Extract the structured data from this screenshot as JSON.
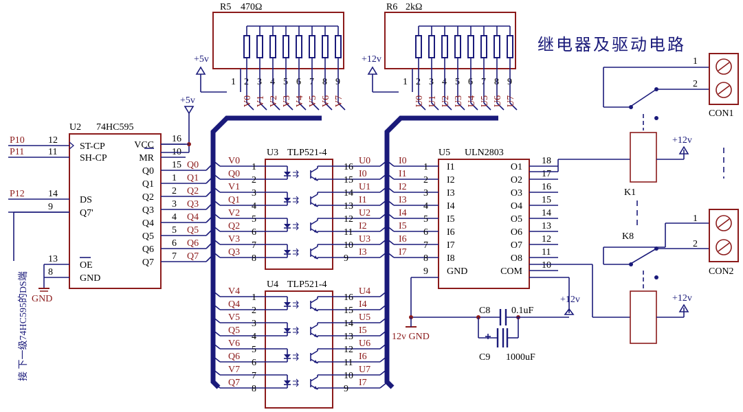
{
  "title": "继电器及驱动电路",
  "side_note": "接 下一级74HC595的DS端",
  "u2": {
    "ref": "U2",
    "part": "74HC595",
    "left_pins": [
      {
        "num": "12",
        "name": "ST-CP",
        "net": "P10"
      },
      {
        "num": "11",
        "name": "SH-CP",
        "net": "P11"
      },
      {
        "num": "14",
        "name": "DS",
        "net": "P12"
      },
      {
        "num": "9",
        "name": "Q7'",
        "net": ""
      },
      {
        "num": "13",
        "name": "OE",
        "net": ""
      },
      {
        "num": "8",
        "name": "GND",
        "net": ""
      }
    ],
    "right_pins": [
      {
        "num": "16",
        "name": "VCC",
        "net": ""
      },
      {
        "num": "10",
        "name": "MR",
        "net": ""
      },
      {
        "num": "15",
        "name": "Q0",
        "net": "Q0"
      },
      {
        "num": "1",
        "name": "Q1",
        "net": "Q1"
      },
      {
        "num": "2",
        "name": "Q2",
        "net": "Q2"
      },
      {
        "num": "3",
        "name": "Q3",
        "net": "Q3"
      },
      {
        "num": "4",
        "name": "Q4",
        "net": "Q4"
      },
      {
        "num": "5",
        "name": "Q5",
        "net": "Q5"
      },
      {
        "num": "6",
        "name": "Q6",
        "net": "Q6"
      },
      {
        "num": "7",
        "name": "Q7",
        "net": "Q7"
      }
    ]
  },
  "r5": {
    "ref": "R5",
    "value": "470Ω",
    "supply": "+5v",
    "pins": [
      "1",
      "2",
      "3",
      "4",
      "5",
      "6",
      "7",
      "8",
      "9"
    ],
    "nets": [
      "V0",
      "V1",
      "V2",
      "V3",
      "V4",
      "V5",
      "V6",
      "V7"
    ]
  },
  "r6": {
    "ref": "R6",
    "value": "2kΩ",
    "supply": "+12v",
    "pins": [
      "1",
      "2",
      "3",
      "4",
      "5",
      "6",
      "7",
      "8",
      "9"
    ],
    "nets": [
      "U0",
      "U1",
      "U2",
      "U3",
      "U4",
      "U5",
      "U6",
      "U7"
    ]
  },
  "u2_supply": "+5v",
  "gnd_label": "GND",
  "u3": {
    "ref": "U3",
    "part": "TLP521-4",
    "left_nets": [
      "V0",
      "Q0",
      "V1",
      "Q1",
      "V2",
      "Q2",
      "V3",
      "Q3"
    ],
    "left_nums": [
      "1",
      "2",
      "3",
      "4",
      "5",
      "6",
      "7",
      "8"
    ],
    "right_nums": [
      "16",
      "15",
      "14",
      "13",
      "12",
      "11",
      "10",
      "9"
    ],
    "right_nets": [
      "U0",
      "I0",
      "U1",
      "I1",
      "U2",
      "I2",
      "U3",
      "I3"
    ]
  },
  "u4": {
    "ref": "U4",
    "part": "TLP521-4",
    "left_nets": [
      "V4",
      "Q4",
      "V5",
      "Q5",
      "V6",
      "Q6",
      "V7",
      "Q7"
    ],
    "left_nums": [
      "1",
      "2",
      "3",
      "4",
      "5",
      "6",
      "7",
      "8"
    ],
    "right_nums": [
      "16",
      "15",
      "14",
      "13",
      "12",
      "11",
      "10",
      "9"
    ],
    "right_nets": [
      "U4",
      "I4",
      "U5",
      "I5",
      "U6",
      "I6",
      "U7",
      "I7"
    ]
  },
  "u5": {
    "ref": "U5",
    "part": "ULN2803",
    "in_nets": [
      "I0",
      "I1",
      "I2",
      "I3",
      "I4",
      "I5",
      "I6",
      "I7"
    ],
    "left_nums": [
      "1",
      "2",
      "3",
      "4",
      "5",
      "6",
      "7",
      "8",
      "9"
    ],
    "left_names": [
      "I1",
      "I2",
      "I3",
      "I4",
      "I5",
      "I6",
      "I7",
      "I8",
      "GND"
    ],
    "right_names": [
      "O1",
      "O2",
      "O3",
      "O4",
      "O5",
      "O6",
      "O7",
      "O8",
      "COM"
    ],
    "right_nums": [
      "18",
      "17",
      "16",
      "15",
      "14",
      "13",
      "12",
      "11",
      "10"
    ]
  },
  "supply_12v": "+12v",
  "gnd_12v": "12v GND",
  "c8": {
    "ref": "C8",
    "value": "0.1uF"
  },
  "c9": {
    "ref": "C9",
    "value": "1000uF"
  },
  "k1": {
    "ref": "K1",
    "supply": "+12v"
  },
  "k8": {
    "ref": "K8",
    "supply": "+12v"
  },
  "con1": {
    "ref": "CON1",
    "pins": [
      "1",
      "2"
    ]
  },
  "con2": {
    "ref": "CON2",
    "pins": [
      "1",
      "2"
    ]
  }
}
